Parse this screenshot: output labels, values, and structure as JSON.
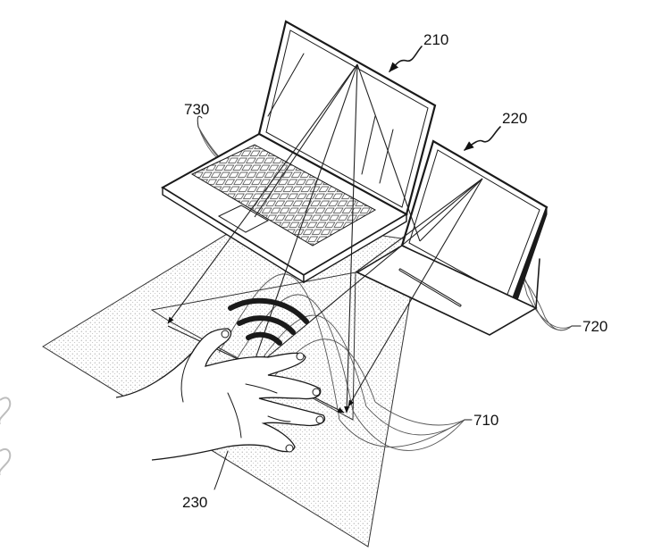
{
  "labels": {
    "laptop": "210",
    "tablet": "220",
    "hand": "230",
    "region_710": "710",
    "region_720": "720",
    "region_730": "730"
  },
  "colors": {
    "ink": "#1a1a1a",
    "background": "#ffffff",
    "stipple": "#8a8a8a"
  }
}
